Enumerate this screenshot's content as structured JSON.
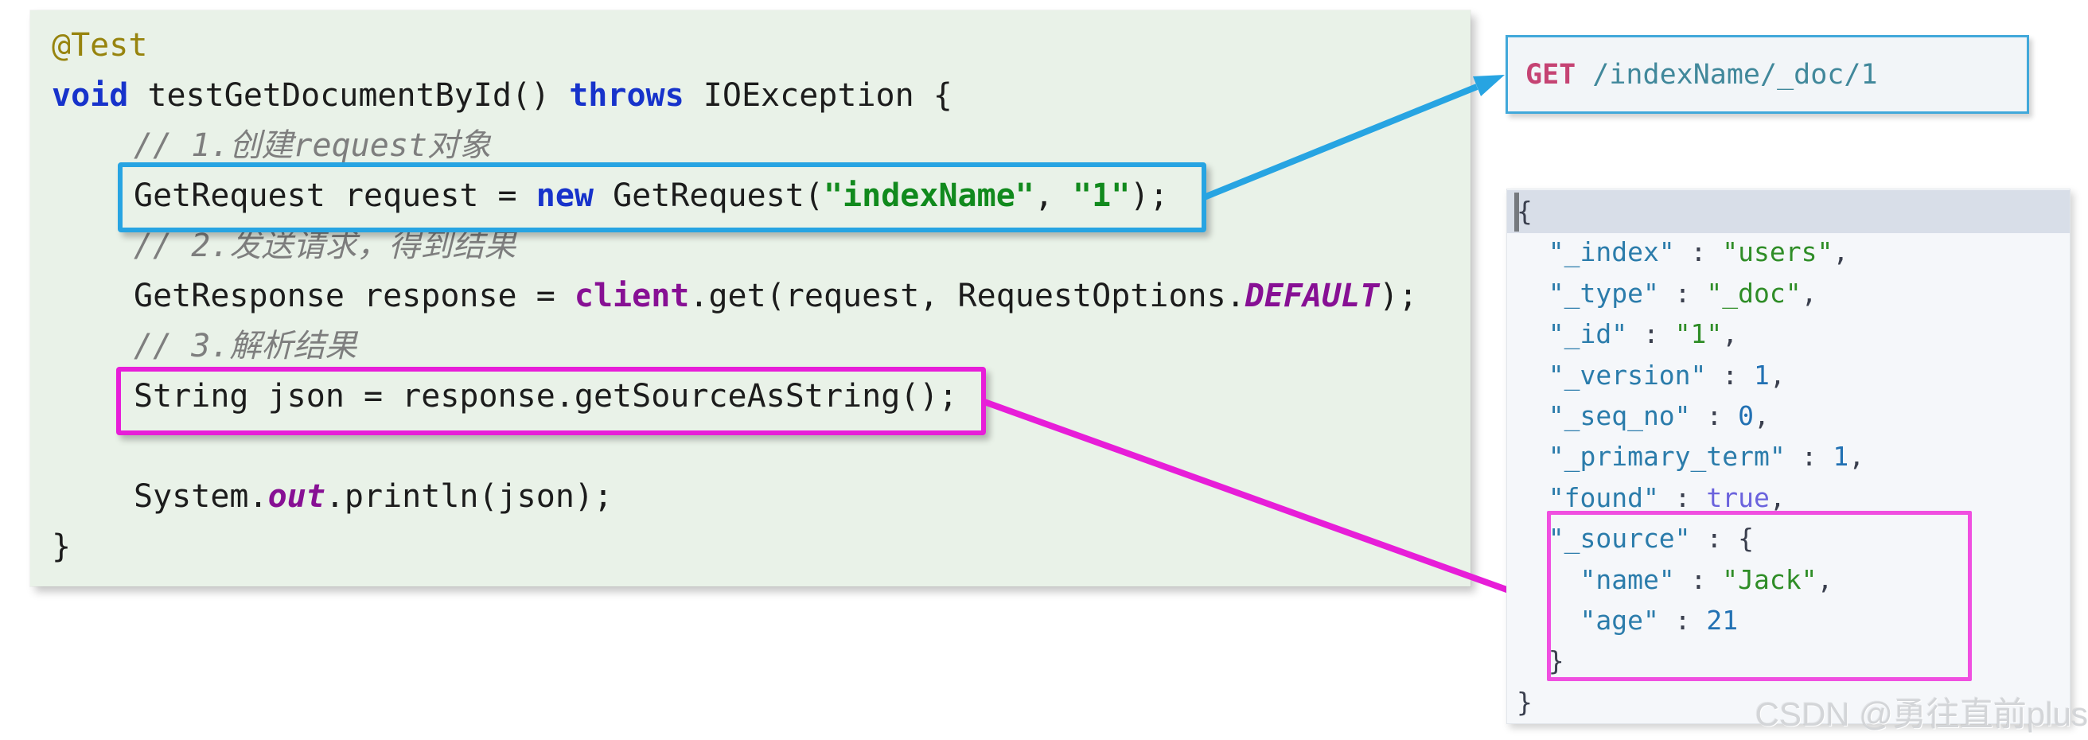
{
  "colors": {
    "code_bg": "#e9f2e8",
    "cyan": "#27a4e2",
    "magenta": "#e71ed8",
    "pink_box": "#f04fe0",
    "get_bg": "#f2f5f8",
    "get_border": "#41a8da",
    "panel_bg": "#f5f7fa",
    "band": "#d8dee8",
    "kw": "#1733cb",
    "str": "#118a1d",
    "ann": "#97840e",
    "cmt": "#7e7e7e",
    "fld": "#871094",
    "plain": "#1c1c1c",
    "jkey": "#2b7cab",
    "jstr": "#2f8d27",
    "jnum": "#2271b3",
    "jbool": "#6b63dd",
    "jpunct": "#3a3f4e",
    "method": "#c54373",
    "path": "#41889b",
    "watermark": "#d3d5d8"
  },
  "code_block": {
    "lines": [
      {
        "indent": 0,
        "tokens": [
          [
            "@Test",
            "ann"
          ]
        ]
      },
      {
        "indent": 0,
        "tokens": [
          [
            "void",
            "kw"
          ],
          [
            " testGetDocumentById() ",
            "pl"
          ],
          [
            "throws",
            "kw"
          ],
          [
            " IOException {",
            "pl"
          ]
        ]
      },
      {
        "indent": 1,
        "tokens": [
          [
            "// 1.创建request对象",
            "cmt"
          ]
        ]
      },
      {
        "indent": 1,
        "tokens": [
          [
            "GetRequest request = ",
            "pl"
          ],
          [
            "new",
            "kw"
          ],
          [
            " GetRequest(",
            "pl"
          ],
          [
            "\"indexName\"",
            "str"
          ],
          [
            ", ",
            "pl"
          ],
          [
            "\"1\"",
            "str"
          ],
          [
            ");",
            "pl"
          ]
        ]
      },
      {
        "indent": 1,
        "tokens": [
          [
            "// 2.发送请求，得到结果",
            "cmt"
          ]
        ]
      },
      {
        "indent": 1,
        "tokens": [
          [
            "GetResponse response = ",
            "pl"
          ],
          [
            "client",
            "fld"
          ],
          [
            ".get(request, RequestOptions.",
            "pl"
          ],
          [
            "DEFAULT",
            "fldi"
          ],
          [
            ");",
            "pl"
          ]
        ]
      },
      {
        "indent": 1,
        "tokens": [
          [
            "// 3.解析结果",
            "cmt"
          ]
        ]
      },
      {
        "indent": 1,
        "tokens": [
          [
            "String json = response.getSourceAsString();",
            "pl"
          ]
        ]
      },
      {
        "indent": 1,
        "tokens": []
      },
      {
        "indent": 1,
        "tokens": [
          [
            "System.",
            "pl"
          ],
          [
            "out",
            "fldi"
          ],
          [
            ".println(json);",
            "pl"
          ]
        ]
      },
      {
        "indent": 0,
        "tokens": [
          [
            "}",
            "pl"
          ]
        ]
      }
    ]
  },
  "get_box": {
    "method": "GET",
    "path": " /indexName/_doc/1"
  },
  "json_panel": {
    "lines": [
      {
        "highlighted": true,
        "tokens": [
          [
            "{",
            "jp"
          ]
        ]
      },
      {
        "highlighted": false,
        "tokens": [
          [
            "  \"_index\"",
            "jkey"
          ],
          [
            " : ",
            "jp"
          ],
          [
            "\"users\"",
            "jstr"
          ],
          [
            ",",
            "jp"
          ]
        ]
      },
      {
        "highlighted": false,
        "tokens": [
          [
            "  \"_type\"",
            "jkey"
          ],
          [
            " : ",
            "jp"
          ],
          [
            "\"_doc\"",
            "jstr"
          ],
          [
            ",",
            "jp"
          ]
        ]
      },
      {
        "highlighted": false,
        "tokens": [
          [
            "  \"_id\"",
            "jkey"
          ],
          [
            " : ",
            "jp"
          ],
          [
            "\"1\"",
            "jstr"
          ],
          [
            ",",
            "jp"
          ]
        ]
      },
      {
        "highlighted": false,
        "tokens": [
          [
            "  \"_version\"",
            "jkey"
          ],
          [
            " : ",
            "jp"
          ],
          [
            "1",
            "jnum"
          ],
          [
            ",",
            "jp"
          ]
        ]
      },
      {
        "highlighted": false,
        "tokens": [
          [
            "  \"_seq_no\"",
            "jkey"
          ],
          [
            " : ",
            "jp"
          ],
          [
            "0",
            "jnum"
          ],
          [
            ",",
            "jp"
          ]
        ]
      },
      {
        "highlighted": false,
        "tokens": [
          [
            "  \"_primary_term\"",
            "jkey"
          ],
          [
            " : ",
            "jp"
          ],
          [
            "1",
            "jnum"
          ],
          [
            ",",
            "jp"
          ]
        ]
      },
      {
        "highlighted": false,
        "tokens": [
          [
            "  \"found\"",
            "jkey"
          ],
          [
            " : ",
            "jp"
          ],
          [
            "true",
            "jbool"
          ],
          [
            ",",
            "jp"
          ]
        ]
      },
      {
        "highlighted": false,
        "tokens": [
          [
            "  \"_source\"",
            "jkey"
          ],
          [
            " : ",
            "jp"
          ],
          [
            "{",
            "jp"
          ]
        ]
      },
      {
        "highlighted": false,
        "tokens": [
          [
            "    \"name\"",
            "jkey"
          ],
          [
            " : ",
            "jp"
          ],
          [
            "\"Jack\"",
            "jstr"
          ],
          [
            ",",
            "jp"
          ]
        ]
      },
      {
        "highlighted": false,
        "tokens": [
          [
            "    \"age\"",
            "jkey"
          ],
          [
            " : ",
            "jp"
          ],
          [
            "21",
            "jnum"
          ]
        ]
      },
      {
        "highlighted": false,
        "tokens": [
          [
            "  }",
            "jp"
          ]
        ]
      },
      {
        "highlighted": false,
        "tokens": [
          [
            "}",
            "jp"
          ]
        ]
      }
    ]
  },
  "watermark": {
    "text": "CSDN @勇往直前plus"
  }
}
